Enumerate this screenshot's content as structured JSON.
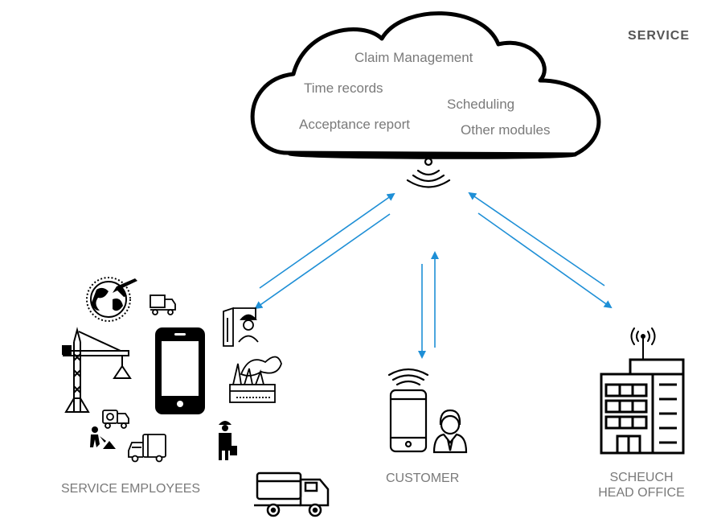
{
  "section_title": "SERVICE",
  "cloud": {
    "modules": [
      "Claim Management",
      "Time records",
      "Scheduling",
      "Acceptance report",
      "Other modules"
    ]
  },
  "nodes": {
    "employees": {
      "label": "SERVICE EMPLOYEES"
    },
    "customer": {
      "label": "CUSTOMER"
    },
    "office": {
      "label_line1": "SCHEUCH",
      "label_line2": "HEAD OFFICE"
    }
  },
  "colors": {
    "arrow": "#1e8fd6",
    "icon": "#111111",
    "text": "#7a7a7a"
  },
  "icons": [
    "cloud-icon",
    "wifi-signal-icon",
    "globe-plane-icon",
    "delivery-truck-icon",
    "blueprint-worker-icon",
    "crane-icon",
    "smartphone-icon",
    "factory-icon",
    "tank-truck-icon",
    "construction-worker-icon",
    "van-icon",
    "businessman-icon",
    "big-truck-icon",
    "smartphone-wifi-icon",
    "customer-person-icon",
    "office-building-icon",
    "antenna-icon"
  ]
}
